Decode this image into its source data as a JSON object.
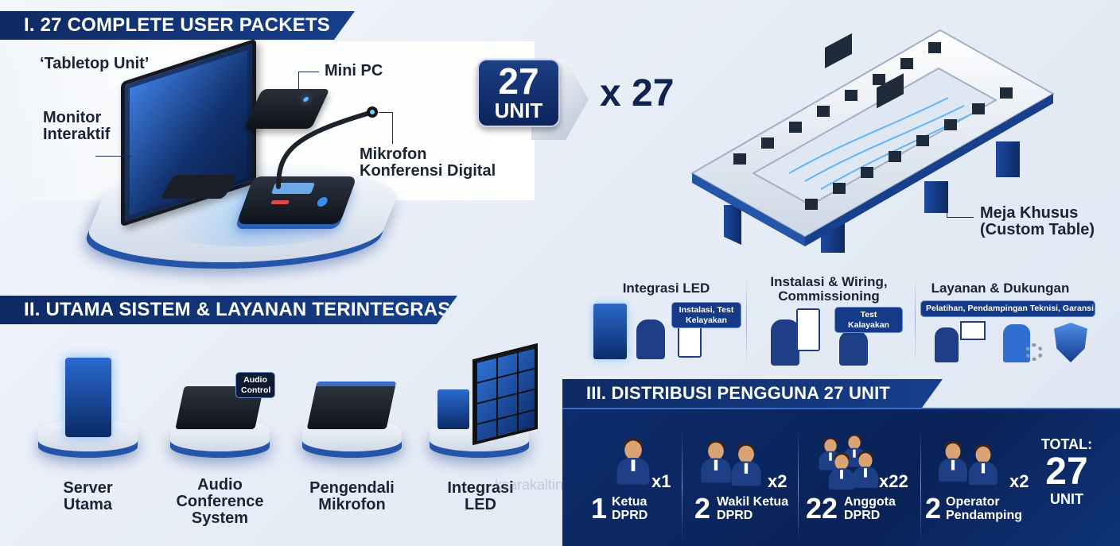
{
  "section1": {
    "banner": "I. 27 COMPLETE USER PACKETS",
    "tabletop_label": "‘Tabletop Unit’",
    "monitor_label_1": "Monitor",
    "monitor_label_2": "Interaktif",
    "minipc_label": "Mini PC",
    "mic_label_1": "Mikrofon",
    "mic_label_2": "Konferensi Digital",
    "unit_badge_number": "27",
    "unit_badge_text": "UNIT",
    "multiplier": "x 27",
    "table_label_1": "Meja Khusus",
    "table_label_2": "(Custom Table)"
  },
  "services": [
    {
      "title": "Integrasi LED",
      "chip": "Instalasi, Test Kelayakan"
    },
    {
      "title": "Instalasi & Wiring, Commissioning",
      "chip": "Test Kalayakan"
    },
    {
      "title": "Layanan & Dukungan",
      "chip": "Pelatihan, Pendampingan Teknisi, Garansi"
    }
  ],
  "section2": {
    "banner": "II. UTAMA SISTEM & LAYANAN TERINTEGRASI",
    "items": [
      {
        "line1": "Server",
        "line2": "Utama",
        "line3": ""
      },
      {
        "line1": "Audio",
        "line2": "Conference",
        "line3": "System",
        "chip": "Audio Control"
      },
      {
        "line1": "Pengendali",
        "line2": "Mikrofon",
        "line3": ""
      },
      {
        "line1": "Integrasi",
        "line2": "LED",
        "line3": ""
      }
    ]
  },
  "section3": {
    "banner": "III. DISTRIBUSI PENGGUNA 27 UNIT",
    "items": [
      {
        "count": "1",
        "role1": "Ketua",
        "role2": "DPRD",
        "mult": "x1"
      },
      {
        "count": "2",
        "role1": "Wakil Ketua",
        "role2": "DPRD",
        "mult": "x2"
      },
      {
        "count": "22",
        "role1": "Anggota",
        "role2": "DPRD",
        "mult": "x22"
      },
      {
        "count": "2",
        "role1": "Operator",
        "role2": "Pendamping",
        "mult": "x2"
      }
    ],
    "total_label": "TOTAL:",
    "total_value": "27",
    "total_unit": "UNIT"
  },
  "watermark": "ksarakaltin",
  "colors": {
    "navy": "#0e2a63",
    "accent": "#2555a8",
    "glow": "#50aaff"
  }
}
